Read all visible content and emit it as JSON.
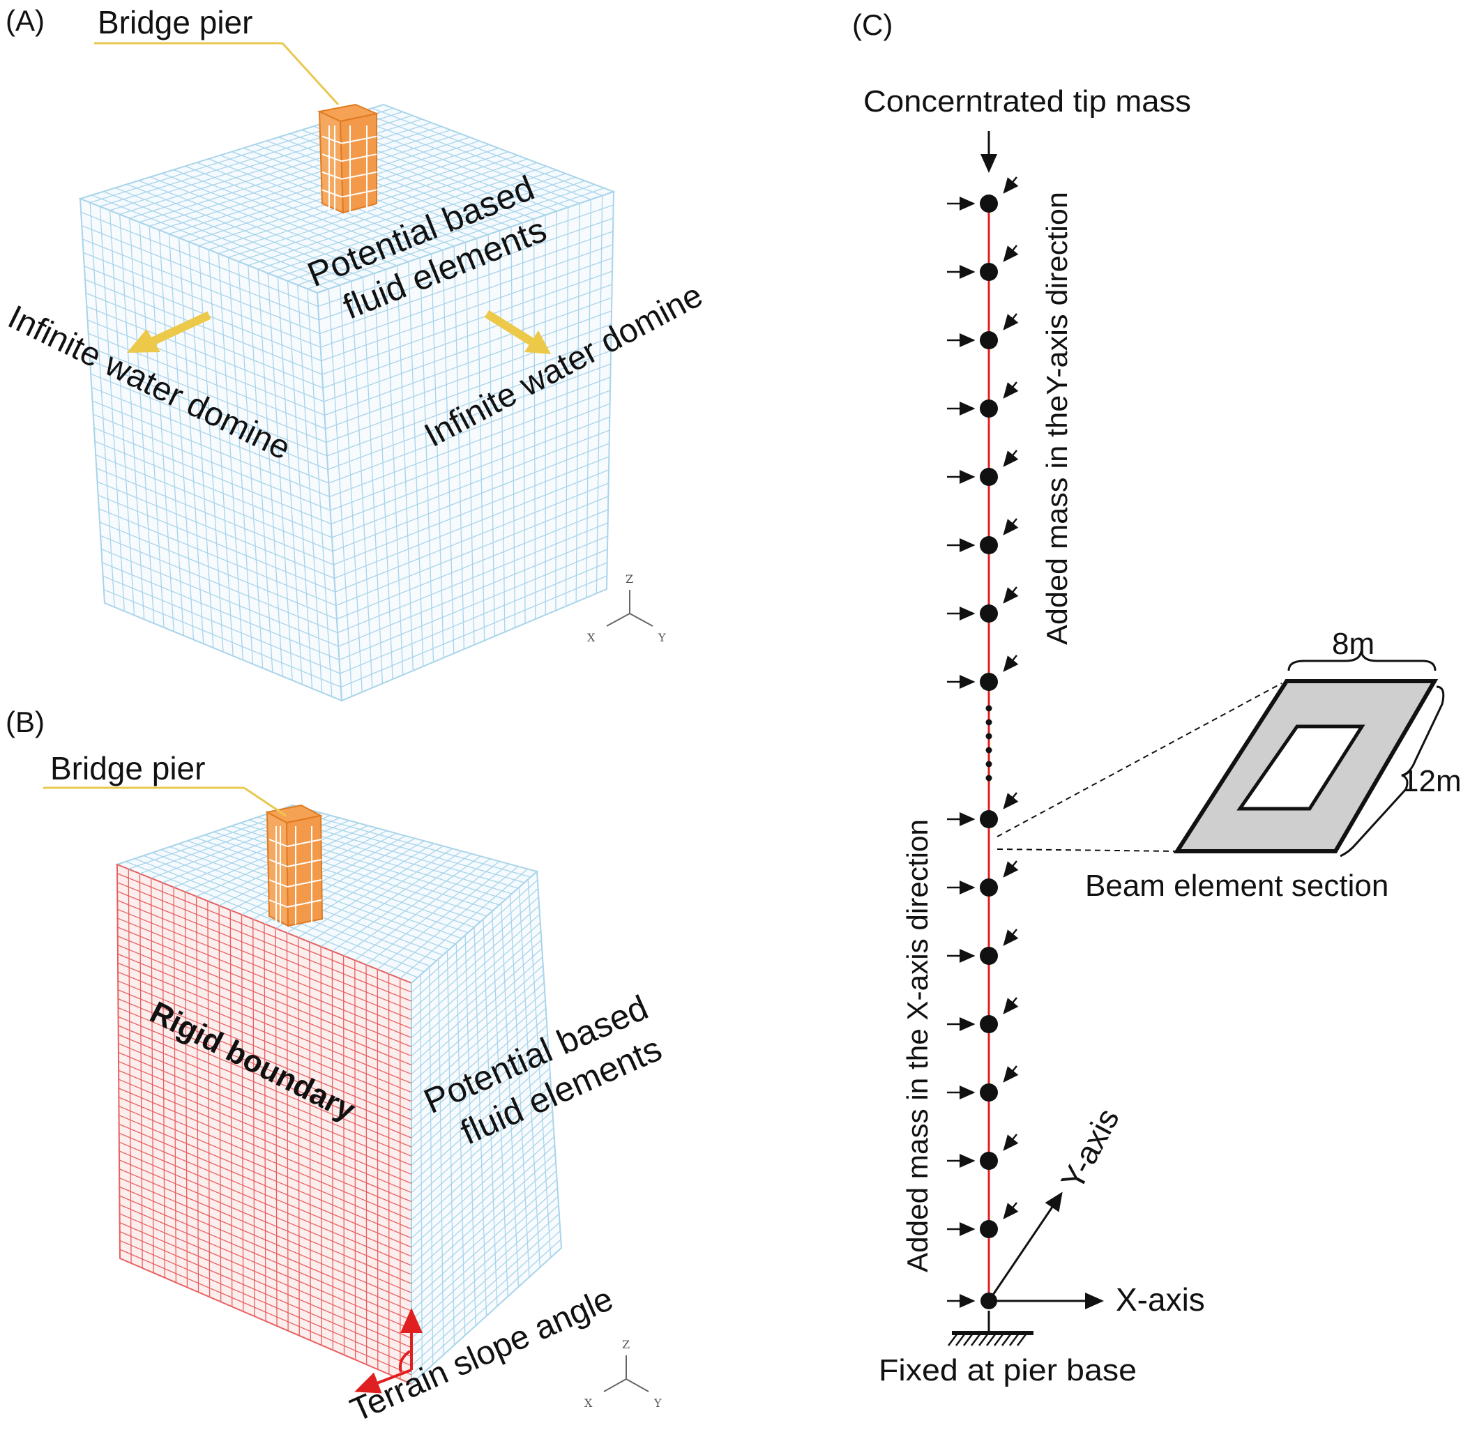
{
  "panel_a": {
    "tag": "(A)",
    "bridge_pier": "Bridge pier",
    "fluid_line1": "Potential based",
    "fluid_line2": "fluid elements",
    "infinite_left": "Infinite water domine",
    "infinite_right": "Infinite water domine",
    "axes": {
      "z": "Z",
      "x": "X",
      "y": "Y"
    }
  },
  "panel_b": {
    "tag": "(B)",
    "bridge_pier": "Bridge pier",
    "rigid_boundary": "Rigid boundary",
    "fluid_line1": "Potential based",
    "fluid_line2": "fluid elements",
    "terrain_slope": "Terrain slope angle",
    "axes": {
      "z": "Z",
      "x": "X",
      "y": "Y"
    }
  },
  "panel_c": {
    "tag": "(C)",
    "tip_mass": "Concerntrated tip mass",
    "added_y": "Added mass in theY-axis direction",
    "added_x": "Added mass in the X-axis direction",
    "width_label": "8m",
    "depth_label": "12m",
    "section_label": "Beam element section",
    "y_axis": "Y-axis",
    "x_axis": "X-axis",
    "base_label": "Fixed at pier base"
  },
  "colors": {
    "mesh_blue": "#a9d4ea",
    "rigid_red": "#e86060",
    "pier_orange": "#f0963a",
    "arrow_yellow": "#ecc948",
    "beam_red": "#e02020",
    "section_grey": "#cfcfcf"
  }
}
